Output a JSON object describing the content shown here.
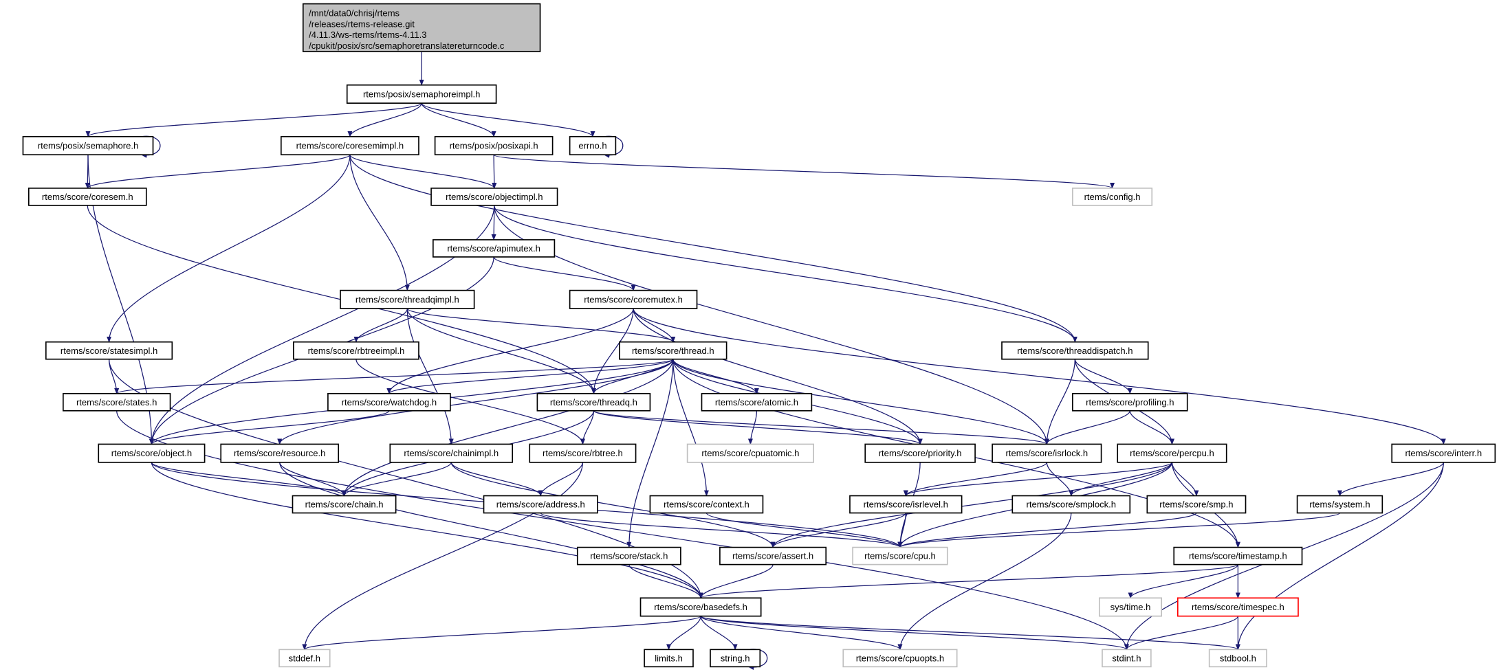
{
  "colors": {
    "edge": "#191970",
    "root_fill": "#bfbfbf",
    "node_border": "#000000",
    "external_border": "#bfbfbf",
    "incomplete_border": "#ff0000"
  },
  "root": {
    "id": "root",
    "lines": [
      "/mnt/data0/chrisj/rtems",
      "/releases/rtems-release.git",
      "/4.11.3/ws-rtems/rtems-4.11.3",
      "/cpukit/posix/src/semaphoretranslatereturncode.c"
    ]
  },
  "nodes": [
    {
      "id": "semaphoreimpl",
      "label": "rtems/posix/semaphoreimpl.h",
      "style": "normal"
    },
    {
      "id": "semaphore",
      "label": "rtems/posix/semaphore.h",
      "style": "normal"
    },
    {
      "id": "coresemimpl",
      "label": "rtems/score/coresemimpl.h",
      "style": "normal"
    },
    {
      "id": "posixapi",
      "label": "rtems/posix/posixapi.h",
      "style": "normal"
    },
    {
      "id": "errno",
      "label": "errno.h",
      "style": "normal"
    },
    {
      "id": "coresem",
      "label": "rtems/score/coresem.h",
      "style": "normal"
    },
    {
      "id": "objectimpl",
      "label": "rtems/score/objectimpl.h",
      "style": "normal"
    },
    {
      "id": "config",
      "label": "rtems/config.h",
      "style": "external"
    },
    {
      "id": "apimutex",
      "label": "rtems/score/apimutex.h",
      "style": "normal"
    },
    {
      "id": "threadqimpl",
      "label": "rtems/score/threadqimpl.h",
      "style": "normal"
    },
    {
      "id": "coremutex",
      "label": "rtems/score/coremutex.h",
      "style": "normal"
    },
    {
      "id": "statesimpl",
      "label": "rtems/score/statesimpl.h",
      "style": "normal"
    },
    {
      "id": "rbtreeimpl",
      "label": "rtems/score/rbtreeimpl.h",
      "style": "normal"
    },
    {
      "id": "thread",
      "label": "rtems/score/thread.h",
      "style": "normal"
    },
    {
      "id": "threaddispatch",
      "label": "rtems/score/threaddispatch.h",
      "style": "normal"
    },
    {
      "id": "states",
      "label": "rtems/score/states.h",
      "style": "normal"
    },
    {
      "id": "watchdog",
      "label": "rtems/score/watchdog.h",
      "style": "normal"
    },
    {
      "id": "threadq",
      "label": "rtems/score/threadq.h",
      "style": "normal"
    },
    {
      "id": "atomic",
      "label": "rtems/score/atomic.h",
      "style": "normal"
    },
    {
      "id": "profiling",
      "label": "rtems/score/profiling.h",
      "style": "normal"
    },
    {
      "id": "object",
      "label": "rtems/score/object.h",
      "style": "normal"
    },
    {
      "id": "resource",
      "label": "rtems/score/resource.h",
      "style": "normal"
    },
    {
      "id": "chainimpl",
      "label": "rtems/score/chainimpl.h",
      "style": "normal"
    },
    {
      "id": "rbtree",
      "label": "rtems/score/rbtree.h",
      "style": "normal"
    },
    {
      "id": "cpuatomic",
      "label": "rtems/score/cpuatomic.h",
      "style": "external"
    },
    {
      "id": "priority",
      "label": "rtems/score/priority.h",
      "style": "normal"
    },
    {
      "id": "isrlock",
      "label": "rtems/score/isrlock.h",
      "style": "normal"
    },
    {
      "id": "percpu",
      "label": "rtems/score/percpu.h",
      "style": "normal"
    },
    {
      "id": "interr",
      "label": "rtems/score/interr.h",
      "style": "normal"
    },
    {
      "id": "chain",
      "label": "rtems/score/chain.h",
      "style": "normal"
    },
    {
      "id": "address",
      "label": "rtems/score/address.h",
      "style": "normal"
    },
    {
      "id": "context",
      "label": "rtems/score/context.h",
      "style": "normal"
    },
    {
      "id": "isrlevel",
      "label": "rtems/score/isrlevel.h",
      "style": "normal"
    },
    {
      "id": "smplock",
      "label": "rtems/score/smplock.h",
      "style": "normal"
    },
    {
      "id": "smp",
      "label": "rtems/score/smp.h",
      "style": "normal"
    },
    {
      "id": "system",
      "label": "rtems/system.h",
      "style": "normal"
    },
    {
      "id": "stack",
      "label": "rtems/score/stack.h",
      "style": "normal"
    },
    {
      "id": "assert",
      "label": "rtems/score/assert.h",
      "style": "normal"
    },
    {
      "id": "cpu",
      "label": "rtems/score/cpu.h",
      "style": "external"
    },
    {
      "id": "timestamp",
      "label": "rtems/score/timestamp.h",
      "style": "normal"
    },
    {
      "id": "basedefs",
      "label": "rtems/score/basedefs.h",
      "style": "normal"
    },
    {
      "id": "systime",
      "label": "sys/time.h",
      "style": "external"
    },
    {
      "id": "timespec",
      "label": "rtems/score/timespec.h",
      "style": "incomplete"
    },
    {
      "id": "stddef",
      "label": "stddef.h",
      "style": "external"
    },
    {
      "id": "limits",
      "label": "limits.h",
      "style": "normal"
    },
    {
      "id": "string",
      "label": "string.h",
      "style": "normal"
    },
    {
      "id": "cpuopts",
      "label": "rtems/score/cpuopts.h",
      "style": "external"
    },
    {
      "id": "stdint",
      "label": "stdint.h",
      "style": "external"
    },
    {
      "id": "stdbool",
      "label": "stdbool.h",
      "style": "external"
    }
  ],
  "edges": [
    [
      "root",
      "semaphoreimpl"
    ],
    [
      "semaphoreimpl",
      "semaphore"
    ],
    [
      "semaphoreimpl",
      "coresemimpl"
    ],
    [
      "semaphoreimpl",
      "posixapi"
    ],
    [
      "semaphoreimpl",
      "errno"
    ],
    [
      "semaphore",
      "semaphore"
    ],
    [
      "semaphore",
      "coresem"
    ],
    [
      "semaphore",
      "object"
    ],
    [
      "errno",
      "errno"
    ],
    [
      "coresemimpl",
      "coresem"
    ],
    [
      "coresemimpl",
      "objectimpl"
    ],
    [
      "coresemimpl",
      "threaddispatch"
    ],
    [
      "coresemimpl",
      "statesimpl"
    ],
    [
      "coresemimpl",
      "threadqimpl"
    ],
    [
      "posixapi",
      "objectimpl"
    ],
    [
      "posixapi",
      "config"
    ],
    [
      "coresem",
      "threadq"
    ],
    [
      "objectimpl",
      "apimutex"
    ],
    [
      "objectimpl",
      "object"
    ],
    [
      "objectimpl",
      "isrlock"
    ],
    [
      "objectimpl",
      "threaddispatch"
    ],
    [
      "apimutex",
      "object"
    ],
    [
      "apimutex",
      "coremutex"
    ],
    [
      "threadqimpl",
      "rbtreeimpl"
    ],
    [
      "threadqimpl",
      "threadq"
    ],
    [
      "threadqimpl",
      "thread"
    ],
    [
      "threadqimpl",
      "chainimpl"
    ],
    [
      "coremutex",
      "thread"
    ],
    [
      "coremutex",
      "threadq"
    ],
    [
      "coremutex",
      "watchdog"
    ],
    [
      "coremutex",
      "priority"
    ],
    [
      "coremutex",
      "interr"
    ],
    [
      "statesimpl",
      "states"
    ],
    [
      "statesimpl",
      "basedefs"
    ],
    [
      "rbtreeimpl",
      "rbtree"
    ],
    [
      "thread",
      "states"
    ],
    [
      "thread",
      "watchdog"
    ],
    [
      "thread",
      "threadq"
    ],
    [
      "thread",
      "atomic"
    ],
    [
      "thread",
      "object"
    ],
    [
      "thread",
      "chain"
    ],
    [
      "thread",
      "resource"
    ],
    [
      "thread",
      "stack"
    ],
    [
      "thread",
      "context"
    ],
    [
      "thread",
      "priority"
    ],
    [
      "thread",
      "isrlock"
    ],
    [
      "thread",
      "timestamp"
    ],
    [
      "threaddispatch",
      "isrlock"
    ],
    [
      "threaddispatch",
      "profiling"
    ],
    [
      "threaddispatch",
      "percpu"
    ],
    [
      "states",
      "stdint"
    ],
    [
      "watchdog",
      "object"
    ],
    [
      "threadq",
      "chain"
    ],
    [
      "threadq",
      "rbtree"
    ],
    [
      "threadq",
      "priority"
    ],
    [
      "threadq",
      "isrlock"
    ],
    [
      "resource",
      "chain"
    ],
    [
      "resource",
      "basedefs"
    ],
    [
      "atomic",
      "cpuatomic"
    ],
    [
      "profiling",
      "isrlock"
    ],
    [
      "profiling",
      "percpu"
    ],
    [
      "object",
      "chain"
    ],
    [
      "object",
      "basedefs"
    ],
    [
      "object",
      "cpu"
    ],
    [
      "chainimpl",
      "chain"
    ],
    [
      "chainimpl",
      "address"
    ],
    [
      "chainimpl",
      "assert"
    ],
    [
      "rbtree",
      "address"
    ],
    [
      "rbtree",
      "stddef"
    ],
    [
      "isrlock",
      "isrlevel"
    ],
    [
      "isrlock",
      "smplock"
    ],
    [
      "percpu",
      "isrlevel"
    ],
    [
      "percpu",
      "smplock"
    ],
    [
      "percpu",
      "smp"
    ],
    [
      "percpu",
      "cpu"
    ],
    [
      "percpu",
      "assert"
    ],
    [
      "percpu",
      "timestamp"
    ],
    [
      "priority",
      "cpu"
    ],
    [
      "interr",
      "system"
    ],
    [
      "interr",
      "stdint"
    ],
    [
      "interr",
      "stdbool"
    ],
    [
      "address",
      "cpu"
    ],
    [
      "context",
      "cpu"
    ],
    [
      "isrlevel",
      "cpu"
    ],
    [
      "isrlevel",
      "assert"
    ],
    [
      "smplock",
      "cpuopts"
    ],
    [
      "smp",
      "cpu"
    ],
    [
      "system",
      "cpu"
    ],
    [
      "stack",
      "basedefs"
    ],
    [
      "assert",
      "basedefs"
    ],
    [
      "timestamp",
      "basedefs"
    ],
    [
      "timestamp",
      "systime"
    ],
    [
      "timestamp",
      "timespec"
    ],
    [
      "basedefs",
      "stddef"
    ],
    [
      "basedefs",
      "limits"
    ],
    [
      "basedefs",
      "string"
    ],
    [
      "basedefs",
      "cpuopts"
    ],
    [
      "basedefs",
      "stdint"
    ],
    [
      "basedefs",
      "stdbool"
    ],
    [
      "string",
      "string"
    ],
    [
      "timespec",
      "stdint"
    ],
    [
      "timespec",
      "stdbool"
    ]
  ]
}
